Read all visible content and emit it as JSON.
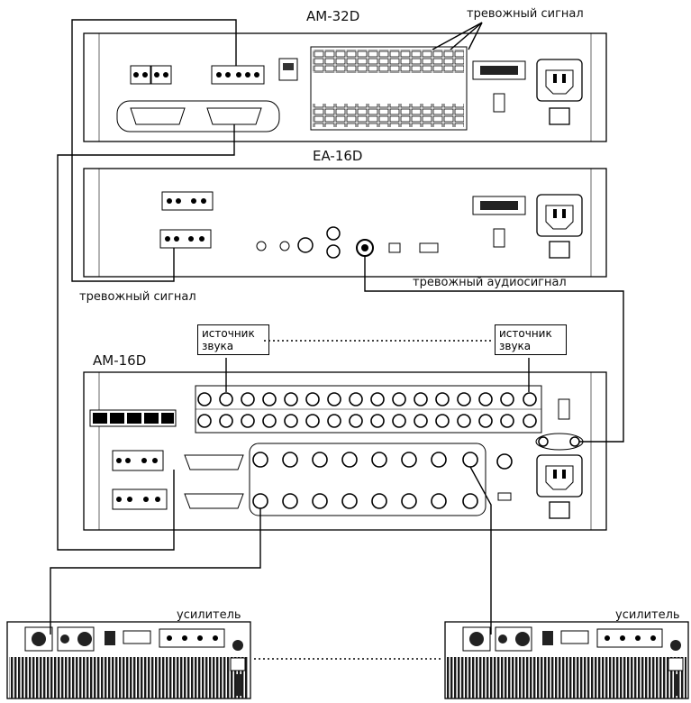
{
  "devices": {
    "am32d": {
      "title": "AM-32D"
    },
    "ea16d": {
      "title": "EA-16D"
    },
    "am16d": {
      "title": "AM-16D"
    }
  },
  "labels": {
    "alarm_signal_top": "тревожный сигнал",
    "alarm_signal_left": "тревожный сигнал",
    "alarm_audio_signal": "тревожный аудиосигнал",
    "sound_source_left": "источник звука",
    "sound_source_right": "источник звука",
    "amplifier_left": "усилитель",
    "amplifier_right": "усилитель"
  },
  "colors": {
    "line": "#000000",
    "panel": "#ffffff",
    "grille": "#1a1a1a"
  }
}
